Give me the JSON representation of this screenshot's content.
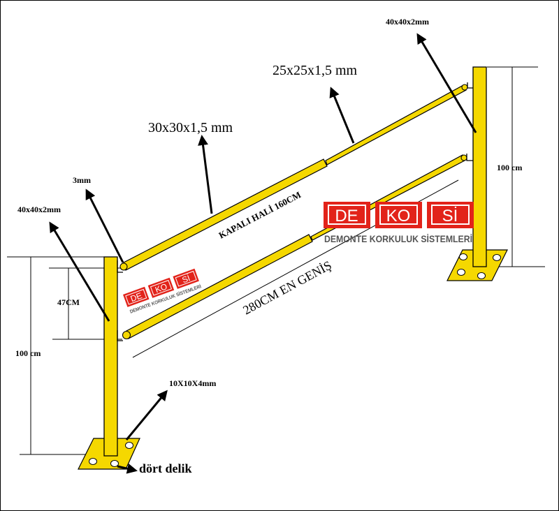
{
  "labels": {
    "top_right_post": "40x40x2mm",
    "upper_inner_tube": "25x25x1,5 mm",
    "upper_outer_tube": "30x30x1,5 mm",
    "hinge": "3mm",
    "left_post": "40x40x2mm",
    "closed_length": "KAPALI HALİ 160CM",
    "open_width": "280CM EN GENİŞ",
    "right_height": "100 cm",
    "left_height": "100 cm",
    "rail_spacing": "47CM",
    "base_plate": "10X10X4mm",
    "holes": "dört delik"
  },
  "logo_large": {
    "segments": [
      "DE",
      "KO",
      "Sİ"
    ],
    "tagline": "DEMONTE KORKULUK SİSTEMLERİ"
  },
  "logo_small": {
    "segments": [
      "DE",
      "KO",
      "Sİ"
    ],
    "tagline": "DEMONTE KORKULUK SİSTEMLERİ"
  },
  "colors": {
    "steel_yellow": "#f5d800",
    "steel_shadow": "#c9a800",
    "outline": "#000000",
    "logo_red": "#e2231a",
    "logo_text_gray": "#555555"
  }
}
